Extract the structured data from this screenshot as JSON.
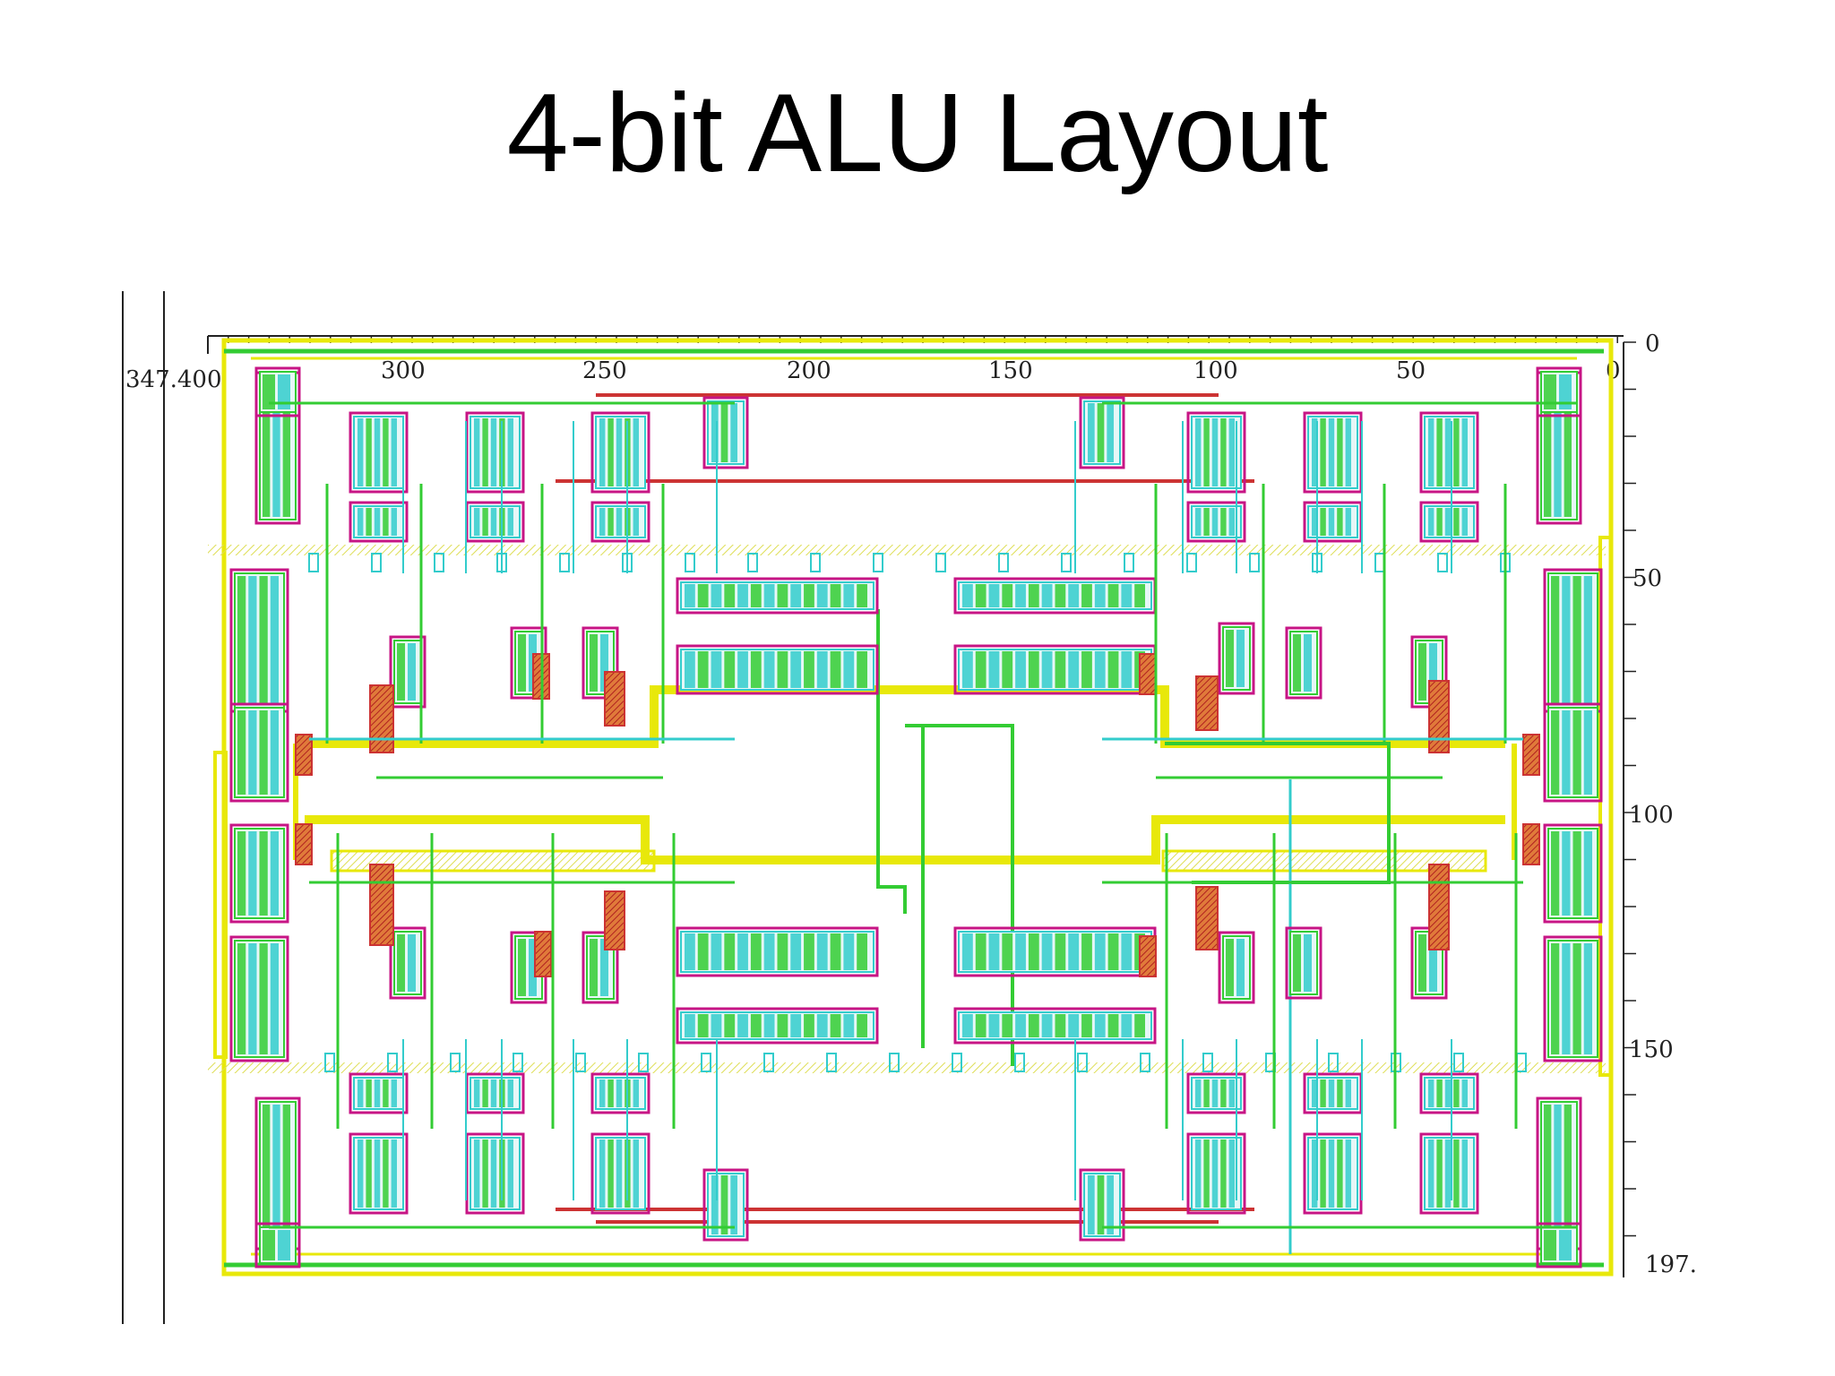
{
  "slide": {
    "title": "4-bit ALU Layout"
  },
  "layout_view": {
    "top_ruler_labels": [
      "347.400",
      "300",
      "250",
      "200",
      "150",
      "100",
      "50",
      "0"
    ],
    "right_ruler_labels": [
      "0",
      "50",
      "100",
      "150",
      "197."
    ]
  },
  "colors": {
    "metal1": "#33cccc",
    "metal2": "#33cc33",
    "poly": "#cc3333",
    "ndiff": "#c71585",
    "well": "#e8e80a",
    "ruler": "#222222"
  }
}
